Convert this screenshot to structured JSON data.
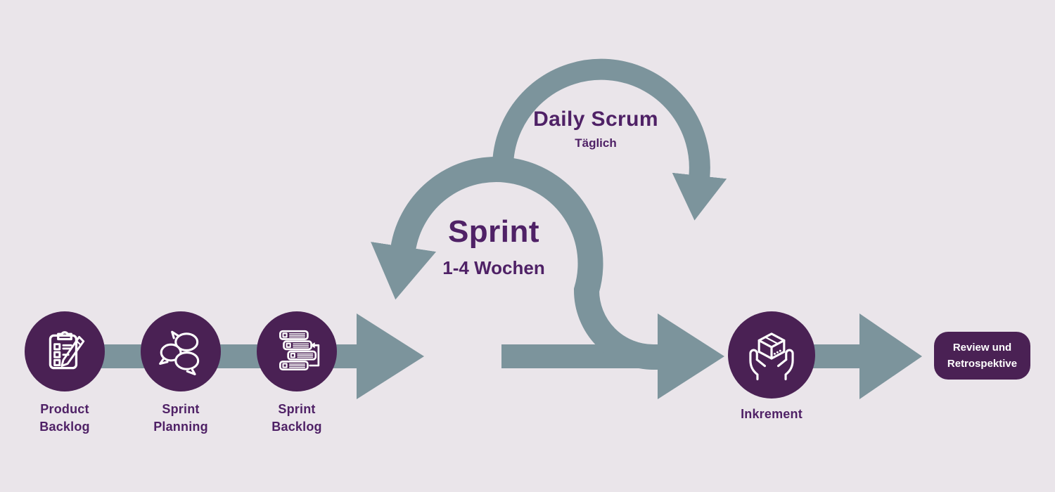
{
  "palette": {
    "background": "#EAE5EA",
    "arrow_slate": "#7C949C",
    "node_purple": "#4A2154",
    "text_purple": "#4F2166",
    "text_on_purple": "#FFFFFF"
  },
  "stages": [
    {
      "id": "product-backlog",
      "icon": "clipboard-checklist-icon",
      "label_lines": [
        "Product",
        "Backlog"
      ]
    },
    {
      "id": "sprint-planning",
      "icon": "speech-bubbles-icon",
      "label_lines": [
        "Sprint",
        "Planning"
      ]
    },
    {
      "id": "sprint-backlog",
      "icon": "task-list-icon",
      "label_lines": [
        "Sprint",
        "Backlog"
      ]
    }
  ],
  "sprint_loop": {
    "title": "Sprint",
    "subtitle": "1-4 Wochen"
  },
  "daily_scrum_loop": {
    "title": "Daily Scrum",
    "subtitle": "Täglich"
  },
  "increment": {
    "icon": "hands-holding-box-icon",
    "label": "Inkrement"
  },
  "review_box": {
    "label_lines": [
      "Review und",
      "Retrospektive"
    ]
  }
}
